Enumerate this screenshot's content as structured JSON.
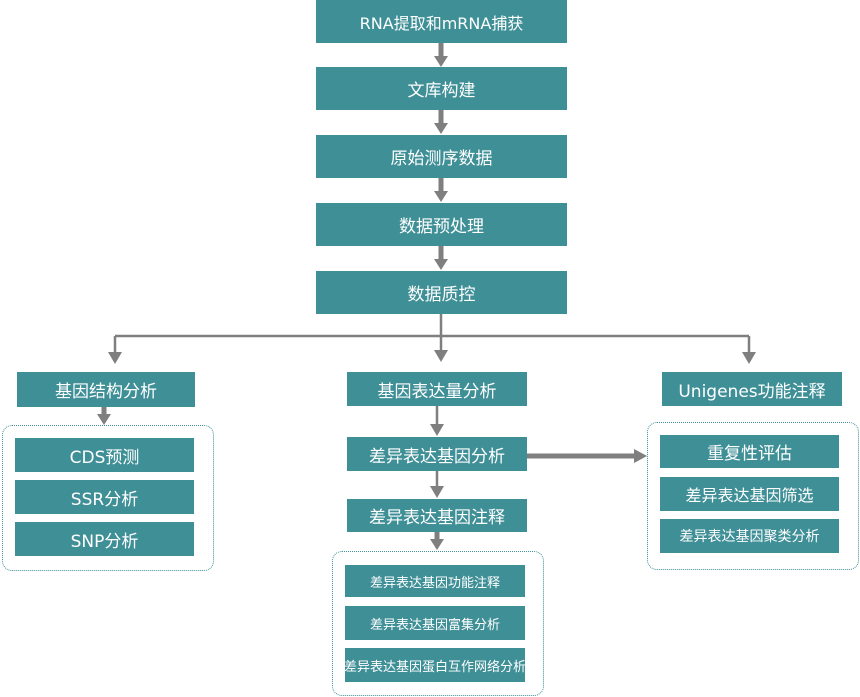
{
  "pipeline": {
    "rna_extraction": "RNA提取和mRNA捕获",
    "library_build": "文库构建",
    "raw_data": "原始测序数据",
    "preprocess": "数据预处理",
    "quality_control": "数据质控"
  },
  "branches": {
    "structure": {
      "title": "基因结构分析",
      "items": [
        "CDS预测",
        "SSR分析",
        "SNP分析"
      ]
    },
    "expression": {
      "title": "基因表达量分析",
      "deg_analysis": "差异表达基因分析",
      "deg_annotation": "差异表达基因注释",
      "items": [
        "差异表达基因功能注释",
        "差异表达基因富集分析",
        "差异表达基因蛋白互作网络分析"
      ]
    },
    "unigenes": {
      "title": "Unigenes功能注释",
      "items": [
        "重复性评估",
        "差异表达基因筛选",
        "差异表达基因聚类分析"
      ]
    }
  },
  "colors": {
    "box": "#3f8f97",
    "arrow": "#7f7f7f",
    "text": "#ffffff"
  }
}
